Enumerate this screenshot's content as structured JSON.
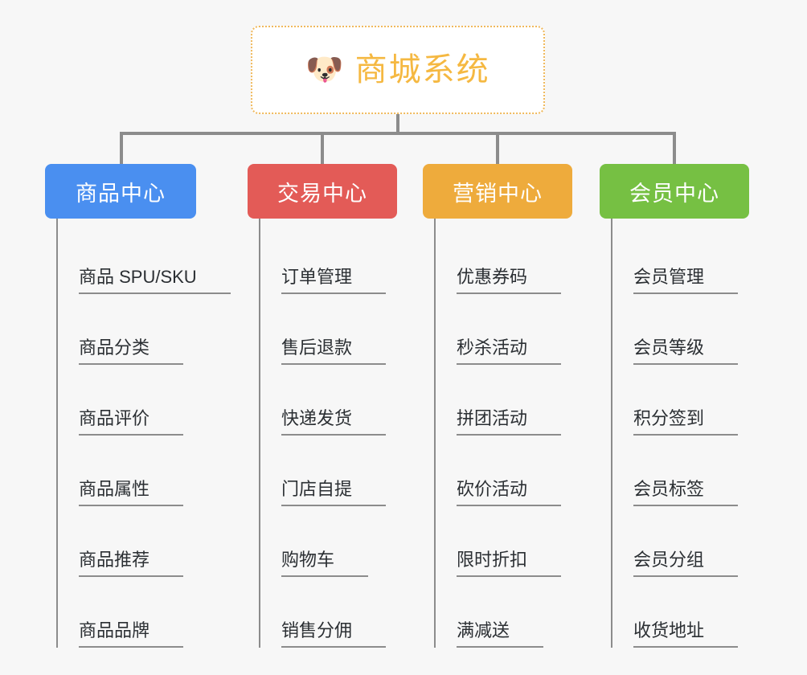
{
  "background_color": "#f7f7f7",
  "root": {
    "icon": "shiba-dog-face-icon",
    "emoji": "🐶",
    "title": "商城系统",
    "title_color": "#f5b841",
    "border_color": "#f0b95c",
    "border_style": "dotted"
  },
  "connector_color": "#8c8c8c",
  "columns": [
    {
      "id": "product-center",
      "label": "商品中心",
      "color": "#4a8ff0",
      "items": [
        "商品 SPU/SKU",
        "商品分类",
        "商品评价",
        "商品属性",
        "商品推荐",
        "商品品牌"
      ]
    },
    {
      "id": "trade-center",
      "label": "交易中心",
      "color": "#e35b57",
      "items": [
        "订单管理",
        "售后退款",
        "快递发货",
        "门店自提",
        "购物车",
        "销售分佣"
      ]
    },
    {
      "id": "marketing-center",
      "label": "营销中心",
      "color": "#eeab3c",
      "items": [
        "优惠券码",
        "秒杀活动",
        "拼团活动",
        "砍价活动",
        "限时折扣",
        "满减送"
      ]
    },
    {
      "id": "member-center",
      "label": "会员中心",
      "color": "#76c043",
      "items": [
        "会员管理",
        "会员等级",
        "积分签到",
        "会员标签",
        "会员分组",
        "收货地址"
      ]
    }
  ]
}
